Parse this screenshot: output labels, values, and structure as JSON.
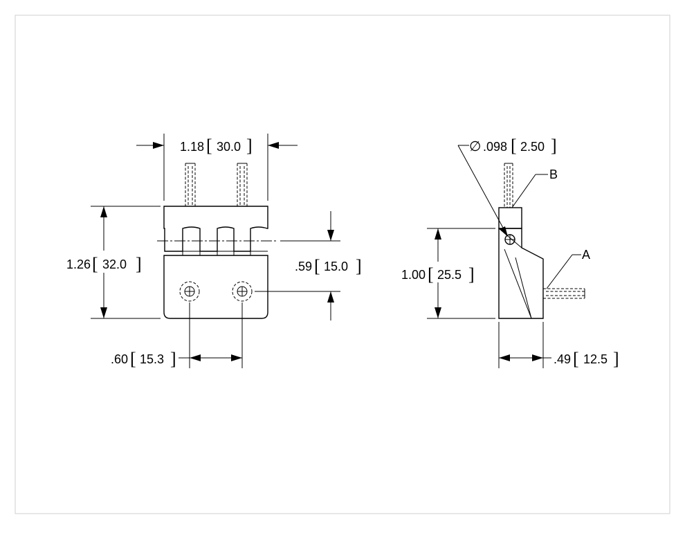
{
  "drawing": {
    "views": {
      "front": {
        "dims": {
          "width": {
            "value": "1.18",
            "metric": "30.0"
          },
          "height": {
            "value": "1.26",
            "metric": "32.0"
          },
          "hole_height": {
            "value": ".59",
            "metric": "15.0"
          },
          "hole_spacing": {
            "value": ".60",
            "metric": "15.3"
          }
        }
      },
      "side": {
        "dims": {
          "diameter": {
            "symbol": "∅",
            "value": ".098",
            "metric": "2.50"
          },
          "height": {
            "value": "1.00",
            "metric": "25.5"
          },
          "depth": {
            "value": ".49",
            "metric": "12.5"
          }
        },
        "callouts": {
          "a": "A",
          "b": "B"
        }
      }
    },
    "bracket_open": "[",
    "bracket_close": "]"
  }
}
